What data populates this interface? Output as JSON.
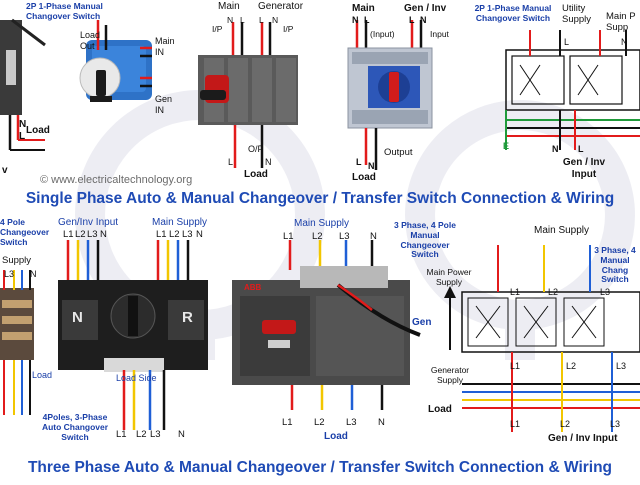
{
  "watermark": "© www.electricaltechnology.org",
  "titles": {
    "top": "Single Phase Auto & Manual Changeover / Transfer Switch Connection & Wiring",
    "bottom": "Three Phase Auto & Manual Changeover / Transfer Switch Connection & Wiring"
  },
  "panel1": {
    "caption": "2P 1-Phase Manual Changover Switch",
    "n_label": "N",
    "l_label": "L",
    "load_label": "Load",
    "v_label": "v",
    "load_out": "Load Out",
    "main_in": "Main IN",
    "gen_in": "Gen IN"
  },
  "panel2": {
    "main": "Main",
    "generator": "Generator",
    "ip_left": "I/P",
    "ip_right": "I/P",
    "n_left": "N",
    "l_left": "L",
    "l_right": "L",
    "n_right": "N",
    "op": "O/P",
    "l_out": "L",
    "n_out": "N",
    "load": "Load"
  },
  "panel3": {
    "main": "Main",
    "gen_inv": "Gen / Inv",
    "n_left": "N",
    "l_left": "L",
    "l_right": "L",
    "n_right": "N",
    "input_left": "(Input)",
    "input_right": "Input",
    "output": "Output",
    "l_out": "L",
    "n_out": "N",
    "load": "Load"
  },
  "panel4": {
    "caption": "2P 1-Phase Manual Changover Switch",
    "utility": "Utility Supply",
    "main_power": "Main P Supp",
    "l_top": "L",
    "n_top": "N",
    "e_label": "E",
    "n_bot": "N",
    "l_bot": "L",
    "gen_inv": "Gen / Inv Input"
  },
  "panel5": {
    "caption": "4 Pole Changeover Switch",
    "supply": "Supply",
    "l3": "L3",
    "n": "N",
    "load": "Load"
  },
  "panel6": {
    "gen_inv_input": "Gen/Inv Input",
    "main_supply": "Main Supply",
    "left_phases": [
      "L1",
      "L2",
      "L3",
      "N"
    ],
    "right_phases": [
      "L1",
      "L2",
      "L3",
      "N"
    ],
    "n_face": "N",
    "r_face": "R",
    "load_side": "Load Side",
    "caption": "4Poles, 3-Phase Auto Changover Switch",
    "bottom_phases": [
      "L1",
      "L2",
      "L3",
      "N"
    ]
  },
  "panel7": {
    "main_supply": "Main Supply",
    "top_phases": [
      "L1",
      "L2",
      "L3",
      "N"
    ],
    "caption": "3 Phase, 4 Pole Manual Changeover Switch",
    "gen": "Gen",
    "bottom_phases": [
      "L1",
      "L2",
      "L3",
      "N"
    ],
    "load": "Load",
    "brand": "ABB"
  },
  "panel8": {
    "main_supply": "Main Supply",
    "main_power_supply": "Main Power Supply",
    "caption": "3 Phase, 4 Manual Chang Switch",
    "top_phases": [
      "L1",
      "L2",
      "L3"
    ],
    "mid_phases": [
      "L1",
      "L2",
      "L3"
    ],
    "gen_supply": "Generator Supply",
    "load": "Load",
    "bottom_phases": [
      "L1",
      "L2",
      "L3"
    ],
    "gen_inv": "Gen / Inv Input"
  },
  "colors": {
    "title": "#1f4bb5",
    "caption": "#1a3fa8",
    "red": "#e21b1b",
    "black": "#111111",
    "yellow": "#f2c600",
    "blue": "#1f5fd6",
    "switch_blue": "#2e72c7",
    "switch_gray": "#4a4a4a"
  }
}
